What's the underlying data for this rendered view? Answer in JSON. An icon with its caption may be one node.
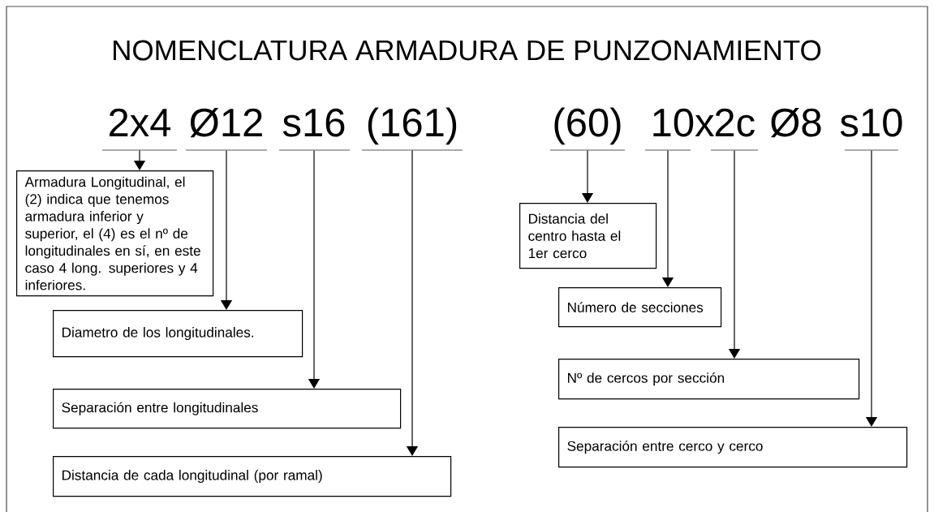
{
  "diagram": {
    "title": "NOMENCLATURA ARMADURA DE PUNZONAMIENTO",
    "nodes": [
      {
        "text": [
          "2x4"
        ]
      },
      {
        "text": [
          "Ø12"
        ]
      },
      {
        "text": [
          "s16"
        ]
      },
      {
        "text": [
          "(161)"
        ]
      },
      {
        "text": [
          "Armadura Longitudinal, el (2) indica que tenemos armadura inferior y superior, el (4) es el nº de longitudinales en sí, en este caso 4 long. superiores y 4 inferiores."
        ]
      },
      {
        "text": [
          "Diametro de los longitudinales."
        ]
      },
      {
        "text": [
          "Separación entre longitudinales"
        ]
      },
      {
        "text": [
          "Distancia de cada longitudinal (por ramal)"
        ]
      },
      {
        "text": [
          "(60)"
        ]
      },
      {
        "text": [
          "10x"
        ]
      },
      {
        "text": [
          "2c"
        ]
      },
      {
        "text": [
          "s10"
        ]
      },
      {
        "text": [
          "Distancia del centro hasta el 1er cerco"
        ]
      },
      {
        "text": [
          "Número de secciones"
        ]
      },
      {
        "text": [
          "Nº de cercos por sección"
        ]
      },
      {
        "text": [
          "Separación entre cerco y cerco"
        ]
      }
    ],
    "edges": [
      {
        "from": 0,
        "to": 4,
        "arrow": "to"
      },
      {
        "from": 1,
        "to": 5,
        "arrow": "to"
      },
      {
        "from": 2,
        "to": 6,
        "arrow": "to"
      },
      {
        "from": 3,
        "to": 7,
        "arrow": "to"
      },
      {
        "from": 8,
        "to": 12,
        "arrow": "to"
      },
      {
        "from": 9,
        "to": 13,
        "arrow": "to"
      },
      {
        "from": 10,
        "to": 14,
        "arrow": "to"
      },
      {
        "from": 11,
        "to": 15,
        "arrow": "to"
      }
    ],
    "labels": [
      "Ø8"
    ]
  }
}
